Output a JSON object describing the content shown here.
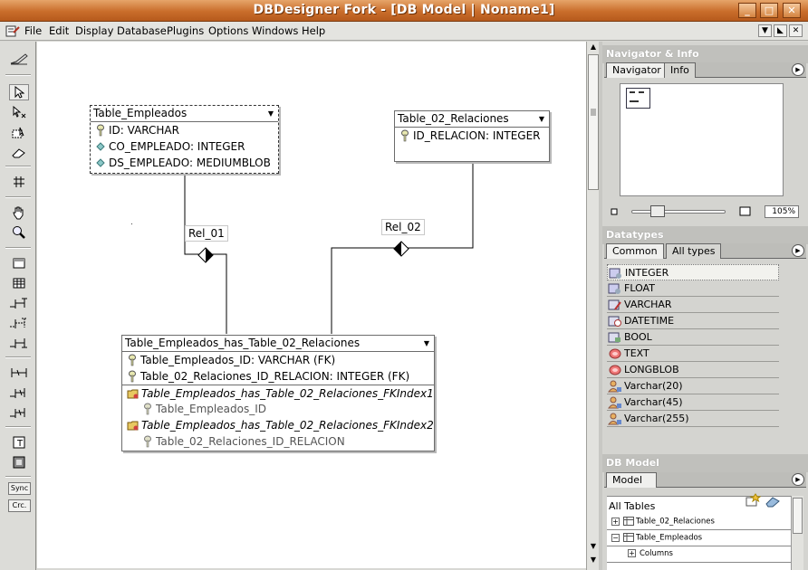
{
  "window": {
    "title": "DBDesigner Fork - [DB Model | Noname1]"
  },
  "menu": [
    "File",
    "Edit",
    "Display",
    "Database",
    "Plugins",
    "Options",
    "Windows",
    "Help"
  ],
  "toolbar": {
    "sync_label": "Sync",
    "crc_label": "Crc."
  },
  "tables": {
    "empleados": {
      "name": "Table_Empleados",
      "columns": [
        "ID: VARCHAR",
        "CO_EMPLEADO: INTEGER",
        "DS_EMPLEADO: MEDIUMBLOB"
      ]
    },
    "relaciones": {
      "name": "Table_02_Relaciones",
      "columns": [
        "ID_RELACION: INTEGER"
      ]
    },
    "has": {
      "name": "Table_Empleados_has_Table_02_Relaciones",
      "columns": [
        "Table_Empleados_ID: VARCHAR (FK)",
        "Table_02_Relaciones_ID_RELACION: INTEGER (FK)"
      ],
      "indexes": [
        {
          "name": "Table_Empleados_has_Table_02_Relaciones_FKIndex1",
          "column": "Table_Empleados_ID"
        },
        {
          "name": "Table_Empleados_has_Table_02_Relaciones_FKIndex2",
          "column": "Table_02_Relaciones_ID_RELACION"
        }
      ]
    }
  },
  "relations": {
    "rel1": "Rel_01",
    "rel2": "Rel_02"
  },
  "navigator": {
    "title": "Navigator & Info",
    "tabs": [
      "Navigator",
      "Info"
    ],
    "zoom": "105%"
  },
  "datatypes": {
    "title": "Datatypes",
    "tabs": [
      "Common",
      "All types"
    ],
    "items": [
      "INTEGER",
      "FLOAT",
      "VARCHAR",
      "DATETIME",
      "BOOL",
      "TEXT",
      "LONGBLOB",
      "Varchar(20)",
      "Varchar(45)",
      "Varchar(255)"
    ]
  },
  "dbmodel": {
    "title": "DB Model",
    "tab": "Model",
    "all_tables": "All Tables",
    "tree": [
      "Table_02_Relaciones",
      "Table_Empleados",
      "Columns"
    ]
  },
  "colors": {
    "titlebar": "#c96d2b",
    "canvas": "#ffffff"
  }
}
